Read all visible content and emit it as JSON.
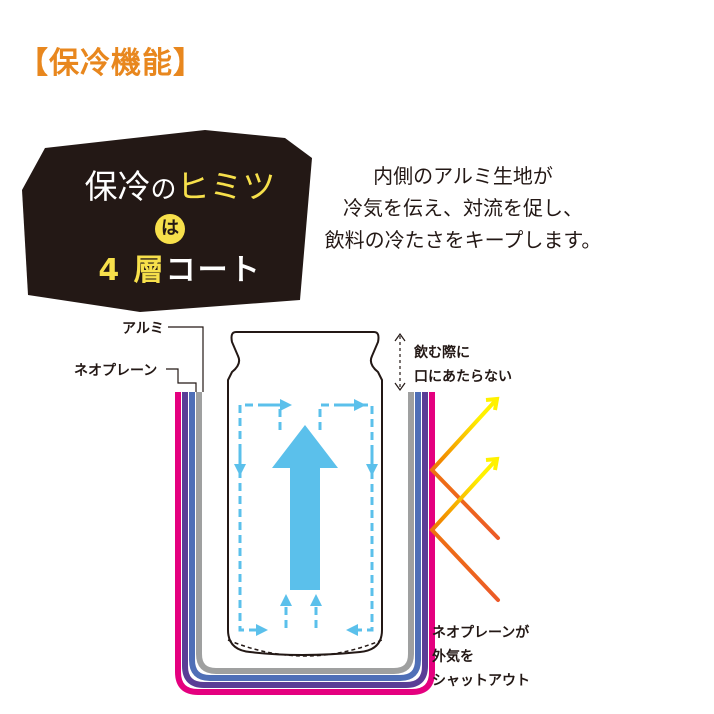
{
  "title": "【保冷機能】",
  "badge": {
    "line1_a": "保冷",
    "line1_b": "の",
    "line1_c": "ヒミツ",
    "connector": "は",
    "line2_a": "4 層",
    "line2_b": "コート"
  },
  "description": [
    "内側のアルミ生地が",
    "冷気を伝え、対流を促し、",
    "飲料の冷たさをキープします。"
  ],
  "labels": {
    "aluminum": "アルミ",
    "neoprene": "ネオプレーン",
    "lip_line1": "飲む際に",
    "lip_line2": "口にあたらない",
    "shut_line1": "ネオプレーンが",
    "shut_line2": "外気を",
    "shut_line3": "シャットアウト"
  },
  "colors": {
    "title": "#e8871e",
    "badge_bg": "#231815",
    "accent_yellow": "#f7e04b",
    "flow_blue": "#5bc0eb",
    "layer_magenta": "#e4007f",
    "layer_purple": "#5a3d96",
    "layer_blue": "#4f6fb7",
    "layer_gray": "#9fa0a0"
  },
  "icons": [
    "up-arrow-icon",
    "convection-arrow-icon",
    "reflect-arrow-icon",
    "dimension-arrow-icon"
  ]
}
